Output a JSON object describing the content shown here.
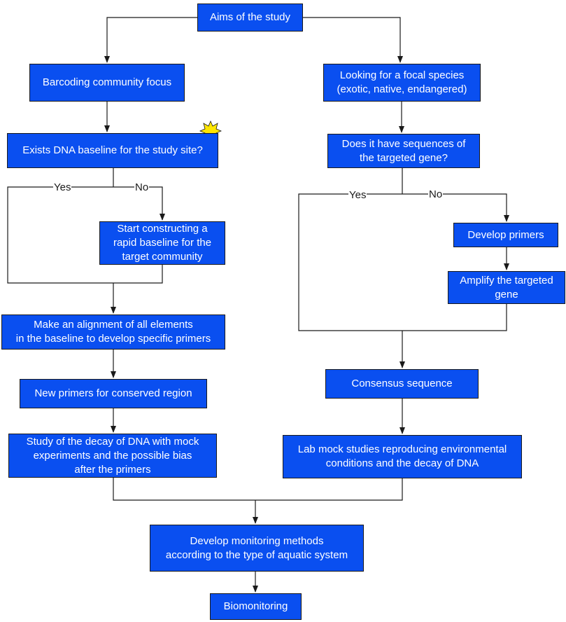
{
  "nodes": {
    "aims": "Aims of the study",
    "barcoding": "Barcoding community focus",
    "focal": "Looking for a focal species\n(exotic, native, endangered)",
    "exists_baseline": "Exists DNA baseline for the study site?",
    "sequences": "Does it have sequences of\nthe targeted gene?",
    "start_baseline": "Start constructing a\nrapid  baseline for the\ntarget community",
    "develop_primers": "Develop primers",
    "amplify": "Amplify the targeted\ngene",
    "alignment": "Make an alignment of all elements\nin the baseline to develop specific primers",
    "new_primers": "New primers for conserved region",
    "consensus": "Consensus sequence",
    "decay_study": "Study of the decay of DNA with mock\nexperiments and the possible bias\nafter the primers",
    "lab_mock": "Lab mock studies reproducing environmental\nconditions and the decay of DNA",
    "monitoring": "Develop monitoring methods\naccording to the type of aquatic system",
    "biomonitoring": "Biomonitoring"
  },
  "labels": {
    "left_yes": "Yes",
    "left_no": "No",
    "right_yes": "Yes",
    "right_no": "No"
  },
  "colors": {
    "box_fill": "#0a4ff0",
    "line": "#1a1a1a",
    "star": "#ffe600"
  }
}
